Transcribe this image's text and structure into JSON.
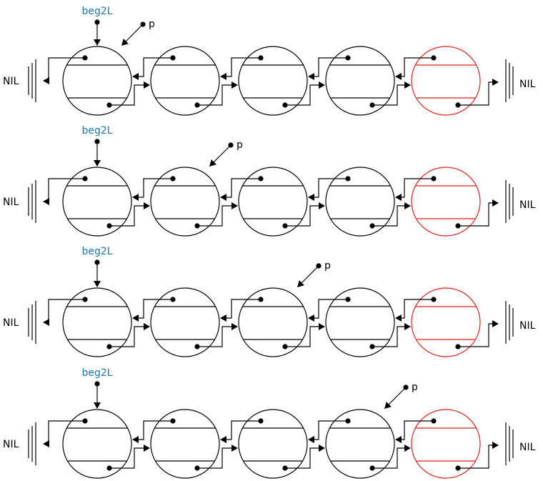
{
  "labels": {
    "nil": "NIL",
    "head_pointer": "beg2L",
    "cursor_pointer": "p"
  },
  "colors": {
    "node": "#000000",
    "last_node": "#e0201c",
    "head_label": "#1f77b4"
  },
  "node_count": 5,
  "rows": [
    {
      "p_node_index": 0
    },
    {
      "p_node_index": 1
    },
    {
      "p_node_index": 2
    },
    {
      "p_node_index": 3
    }
  ]
}
